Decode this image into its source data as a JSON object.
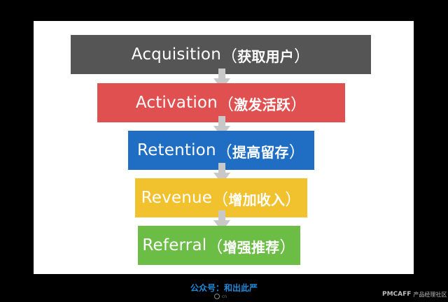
{
  "colors": {
    "background": "#000000",
    "panel": "#ffffff",
    "arrow": "#c8c8c8",
    "caption": "#1e8ad8"
  },
  "stages": [
    {
      "en": "Acquisition",
      "cn": "获取用户",
      "color": "#555555"
    },
    {
      "en": "Activation",
      "cn": "激发活跃",
      "color": "#e05050"
    },
    {
      "en": "Retention",
      "cn": "提高留存",
      "color": "#1f6ec4"
    },
    {
      "en": "Revenue",
      "cn": "增加收入",
      "color": "#f2c12e"
    },
    {
      "en": "Referral",
      "cn": "增强推荐",
      "color": "#6cbd45"
    }
  ],
  "caption": "公众号：和出此严",
  "subcaption": "cn",
  "watermark": {
    "brand": "PMCAFF",
    "text": "产品经理社区"
  }
}
